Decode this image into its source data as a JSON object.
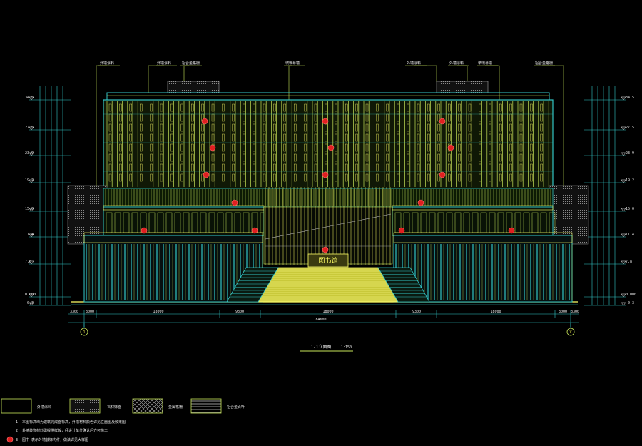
{
  "colors": {
    "background": "#000000",
    "facade_green": "#c8e65a",
    "frame_cyan": "#33c6c6",
    "window_yellow": "#ffff66",
    "stair_yellow": "#f0f05a",
    "emblem_red": "#e02020",
    "text_white": "#e6e6e6",
    "ground": "#ffff66"
  },
  "drawing": {
    "title": "1-1立面图",
    "scale": "1:150",
    "axis_left": "1",
    "axis_right": "V",
    "sign_text": "图书馆"
  },
  "elevation_marks": {
    "left": [
      "34.5",
      "27.5",
      "23.9",
      "19.2",
      "15.0",
      "11.4",
      "7.8",
      "0.000",
      "-0.3"
    ],
    "right": [
      "34.5",
      "27.5",
      "23.9",
      "19.2",
      "15.0",
      "11.4",
      "7.8",
      "0.000",
      "-0.3"
    ]
  },
  "callouts": [
    "外墙涂料",
    "外墙涂料",
    "铝合金格栅",
    "玻璃幕墙",
    "外墙涂料",
    "外墙涂料",
    "玻璃幕墙",
    "铝合金格栅"
  ],
  "dimensions": [
    "3300",
    "3000",
    "18000",
    "9300",
    "18000",
    "9300",
    "18000",
    "3000",
    "3300"
  ],
  "total_dimension": "84600",
  "legend": [
    {
      "label": "外墙涂料",
      "pattern": "blank"
    },
    {
      "label": "石材饰面",
      "pattern": "dots"
    },
    {
      "label": "金属格栅",
      "pattern": "cross"
    },
    {
      "label": "铝合金百叶",
      "pattern": "lines"
    }
  ],
  "notes": [
    "1. 本图标高均为建筑完成面标高，外墙材料颜色详见立面图及效果图",
    "2. 外墙装饰材料需提供样板，经设计单位确认后方可施工",
    "3. 图中        表示外墙装饰构件，做法详见大样图"
  ]
}
